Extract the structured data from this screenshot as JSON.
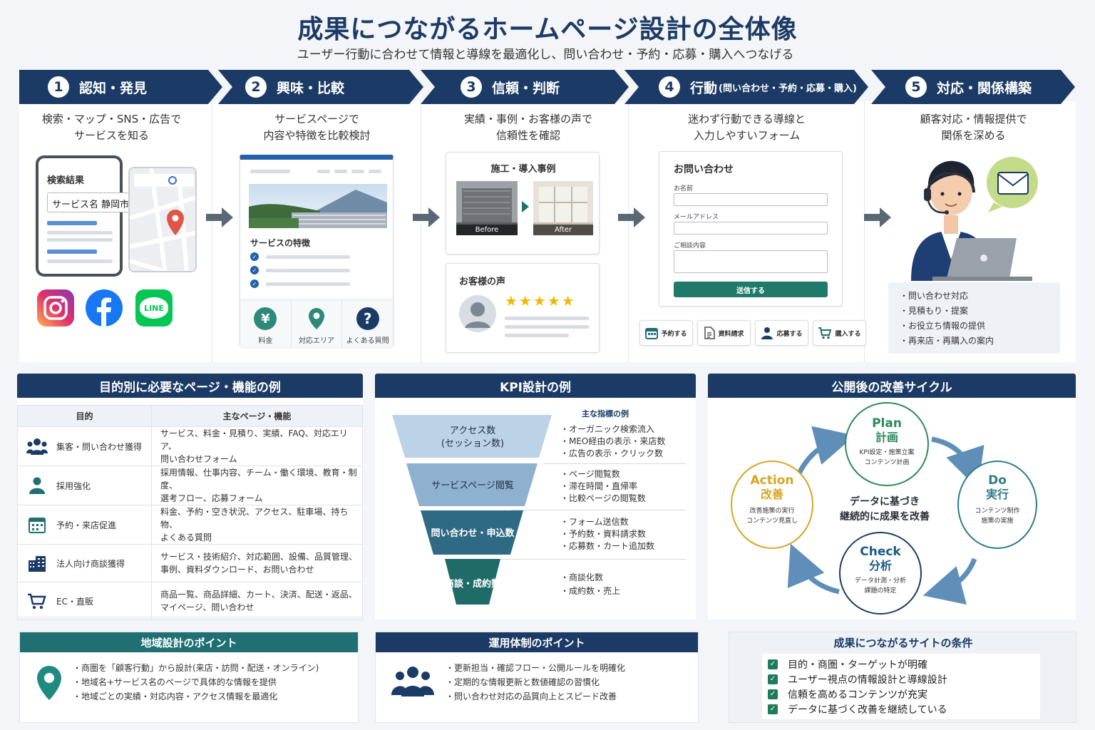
{
  "title": "成果につながるホームページ設計の全体像",
  "subtitle": "ユーザー行動に合わせて情報と導線を最適化し、問い合わせ・予約・応募・購入へつなげる",
  "steps": [
    {
      "num": "1",
      "label": "認知・発見",
      "sub": "",
      "desc1": "検索・マップ・SNS・広告で",
      "desc2": "サービスを知る"
    },
    {
      "num": "2",
      "label": "興味・比較",
      "sub": "",
      "desc1": "サービスページで",
      "desc2": "内容や特徴を比較検討"
    },
    {
      "num": "3",
      "label": "信頼・判断",
      "sub": "",
      "desc1": "実績・事例・お客様の声で",
      "desc2": "信頼性を確認"
    },
    {
      "num": "4",
      "label": "行動",
      "sub": "(問い合わせ・予約・応募・購入)",
      "desc1": "迷わず行動できる導線と",
      "desc2": "入力しやすいフォーム"
    },
    {
      "num": "5",
      "label": "対応・関係構築",
      "sub": "",
      "desc1": "顧客対応・情報提供で",
      "desc2": "関係を深める"
    }
  ],
  "step1": {
    "search_title": "検索結果",
    "search_value": "サービス名 静岡市",
    "line_label": "LINE"
  },
  "step2": {
    "features_title": "サービスの特徴",
    "icons": [
      "料金",
      "対応エリア",
      "よくある質問"
    ],
    "yen": "¥",
    "q": "?"
  },
  "step3": {
    "case_title": "施工・導入事例",
    "before": "Before",
    "after": "After",
    "voice_title": "お客様の声",
    "stars": "★★★★★"
  },
  "step4": {
    "form_title": "お問い合わせ",
    "name_label": "お名前",
    "email_label": "メールアドレス",
    "message_label": "ご相談内容",
    "submit": "送信する",
    "actions": [
      "予約する",
      "資料請求",
      "応募する",
      "購入する"
    ]
  },
  "step5": {
    "tasks": [
      "・問い合わせ対応",
      "・見積もり・提案",
      "・お役立ち情報の提供",
      "・再来店・再購入の案内"
    ]
  },
  "pages": {
    "heading": "目的別に必要なページ・機能の例",
    "col1": "目的",
    "col2": "主なページ・機能",
    "rows": [
      {
        "purpose": "集客・問い合わせ獲得",
        "pages": [
          "サービス、料金・見積り、実績、FAQ、対応エリア、",
          "問い合わせフォーム"
        ]
      },
      {
        "purpose": "採用強化",
        "pages": [
          "採用情報、仕事内容、チーム・働く環境、教育・制度、",
          "選考フロー、応募フォーム"
        ]
      },
      {
        "purpose": "予約・来店促進",
        "pages": [
          "料金、予約・空き状況、アクセス、駐車場、持ち物、",
          "よくある質問"
        ]
      },
      {
        "purpose": "法人向け商談獲得",
        "pages": [
          "サービス・技術紹介、対応範囲、設備、品質管理、",
          "事例、資料ダウンロード、お問い合わせ"
        ]
      },
      {
        "purpose": "EC・直販",
        "pages": [
          "商品一覧、商品詳細、カート、決済、配送・返品、",
          "マイページ、問い合わせ"
        ]
      }
    ]
  },
  "kpi": {
    "heading": "KPI設計の例",
    "metrics_title": "主な指標の例",
    "stages": [
      {
        "name1": "アクセス数",
        "name2": "(セッション数)",
        "metrics": [
          "・オーガニック検索流入",
          "・MEO経由の表示・来店数",
          "・広告の表示・クリック数"
        ]
      },
      {
        "name1": "サービスページ閲覧",
        "name2": "",
        "metrics": [
          "・ページ閲覧数",
          "・滞在時間・直帰率",
          "・比較ページの閲覧数"
        ]
      },
      {
        "name1": "問い合わせ・申込数",
        "name2": "",
        "metrics": [
          "・フォーム送信数",
          "・予約数・資料請求数",
          "・応募数・カート追加数"
        ]
      },
      {
        "name1": "商談・成約数",
        "name2": "",
        "metrics": [
          "・商談化数",
          "・成約数・売上"
        ]
      }
    ]
  },
  "cycle": {
    "heading": "公開後の改善サイクル",
    "center1": "データに基づき",
    "center2": "継続的に成果を改善",
    "plan": {
      "en": "Plan",
      "ja": "計画",
      "d1": "KPI設定・施策立案",
      "d2": "コンテンツ計画"
    },
    "do": {
      "en": "Do",
      "ja": "実行",
      "d1": "コンテンツ制作",
      "d2": "施策の実施"
    },
    "check": {
      "en": "Check",
      "ja": "分析",
      "d1": "データ計測・分析",
      "d2": "課題の特定"
    },
    "action": {
      "en": "Action",
      "ja": "改善",
      "d1": "改善施策の実行",
      "d2": "コンテンツ見直し"
    }
  },
  "local": {
    "heading": "地域設計のポイント",
    "items": [
      "・商圏を「顧客行動」から設計(来店・訪問・配送・オンライン)",
      "・地域名+サービス名のページで具体的な情報を提供",
      "・地域ごとの実績・対応内容・アクセス情報を最適化"
    ]
  },
  "ops": {
    "heading": "運用体制のポイント",
    "items": [
      "・更新担当・確認フロー・公開ルールを明確化",
      "・定期的な情報更新と数値確認の習慣化",
      "・問い合わせ対応の品質向上とスピード改善"
    ]
  },
  "conditions": {
    "heading": "成果につながるサイトの条件",
    "items": [
      "目的・商圏・ターゲットが明確",
      "ユーザー視点の情報設計と導線設計",
      "信頼を高めるコンテンツが充実",
      "データに基づく改善を継続している"
    ]
  },
  "colors": {
    "navy": "#1b3a66",
    "teal": "#1f6f73",
    "green": "#1f7a5a",
    "gold": "#d9a520"
  }
}
